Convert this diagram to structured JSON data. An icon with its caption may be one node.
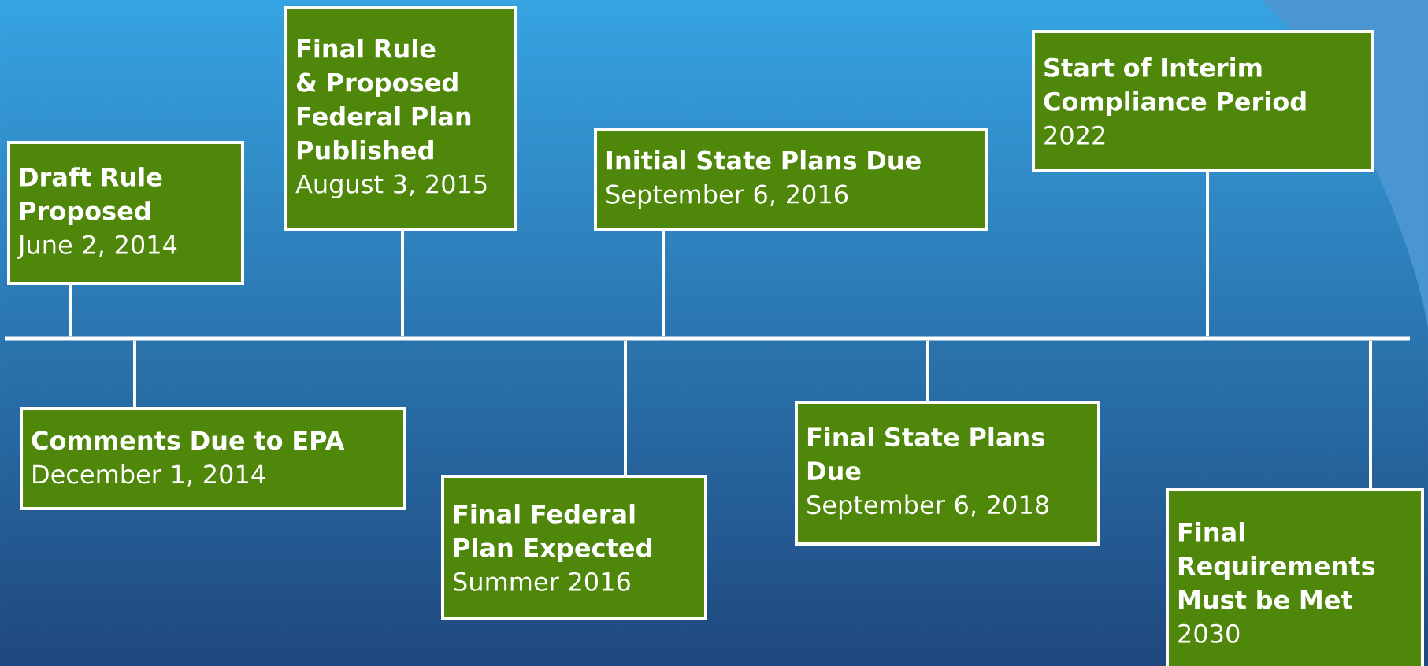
{
  "diagram": {
    "nodes": [
      {
        "text": [
          "Draft Rule Proposed",
          "June 2, 2014"
        ]
      },
      {
        "text": [
          "Comments Due to EPA",
          "December 1, 2014"
        ]
      },
      {
        "text": [
          "Final Rule & Proposed Federal Plan Published",
          "August 3, 2015"
        ]
      },
      {
        "text": [
          "Final Federal Plan Expected",
          "Summer 2016"
        ]
      },
      {
        "text": [
          "Initial State Plans Due",
          "September 6, 2016"
        ]
      },
      {
        "text": [
          "Final State Plans Due",
          "September 6, 2018"
        ]
      },
      {
        "text": [
          "Start of Interim Compliance Period",
          "2022"
        ]
      },
      {
        "text": [
          "Final Requirements Must be Met",
          "2030"
        ]
      },
      {
        "text": [],
        "shape": "bar"
      }
    ],
    "edges": [
      {
        "from": 0,
        "to": 8,
        "arrow": "none"
      },
      {
        "from": 1,
        "to": 8,
        "arrow": "none"
      },
      {
        "from": 2,
        "to": 8,
        "arrow": "none"
      },
      {
        "from": 3,
        "to": 8,
        "arrow": "none"
      },
      {
        "from": 4,
        "to": 8,
        "arrow": "none"
      },
      {
        "from": 5,
        "to": 8,
        "arrow": "none"
      },
      {
        "from": 6,
        "to": 8,
        "arrow": "none"
      },
      {
        "from": 7,
        "to": 8,
        "arrow": "none"
      }
    ]
  }
}
